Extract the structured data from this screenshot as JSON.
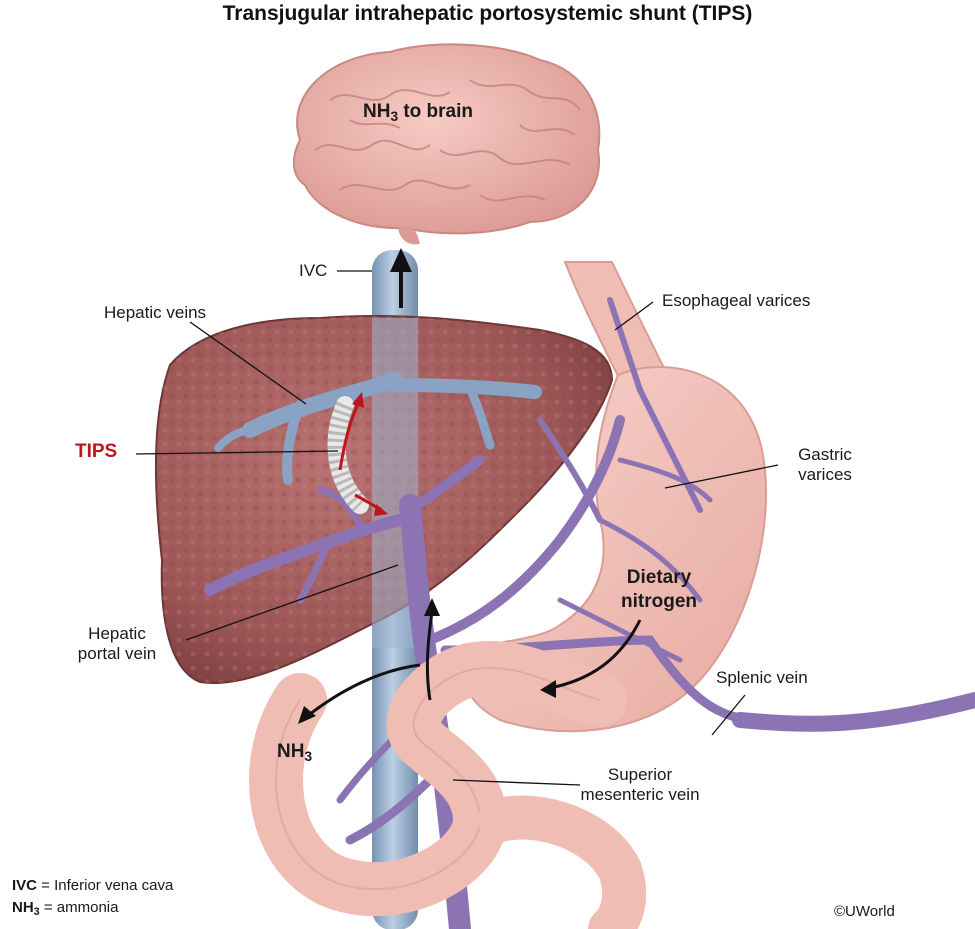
{
  "title": "Transjugular intrahepatic portosystemic shunt (TIPS)",
  "labels": {
    "brain_prefix": "NH",
    "brain_sub": "3",
    "brain_suffix": " to brain",
    "ivc": "IVC",
    "hepatic_veins": "Hepatic veins",
    "tips": "TIPS",
    "hepatic_portal_line1": "Hepatic",
    "hepatic_portal_line2": "portal vein",
    "esophageal_varices": "Esophageal varices",
    "gastric_line1": "Gastric",
    "gastric_line2": "varices",
    "dietary_line1": "Dietary",
    "dietary_line2": "nitrogen",
    "splenic_vein": "Splenic vein",
    "nh3_prefix": "NH",
    "nh3_sub": "3",
    "smv_line1": "Superior",
    "smv_line2": "mesenteric vein"
  },
  "legend": {
    "ivc_abbr": "IVC",
    "ivc_def": " = Inferior vena cava",
    "nh3_abbr": "NH",
    "nh3_sub": "3",
    "nh3_def": " = ammonia"
  },
  "copyright": "©UWorld",
  "colors": {
    "liver": "#a4605f",
    "liver_dark": "#7e3f40",
    "brain": "#eab0aa",
    "ivc": "#8fa9c6",
    "hepatic_vein": "#8aa2c4",
    "portal_vein": "#8c74b4",
    "stomach": "#f2c3bb",
    "tips_red": "#c0141c"
  }
}
